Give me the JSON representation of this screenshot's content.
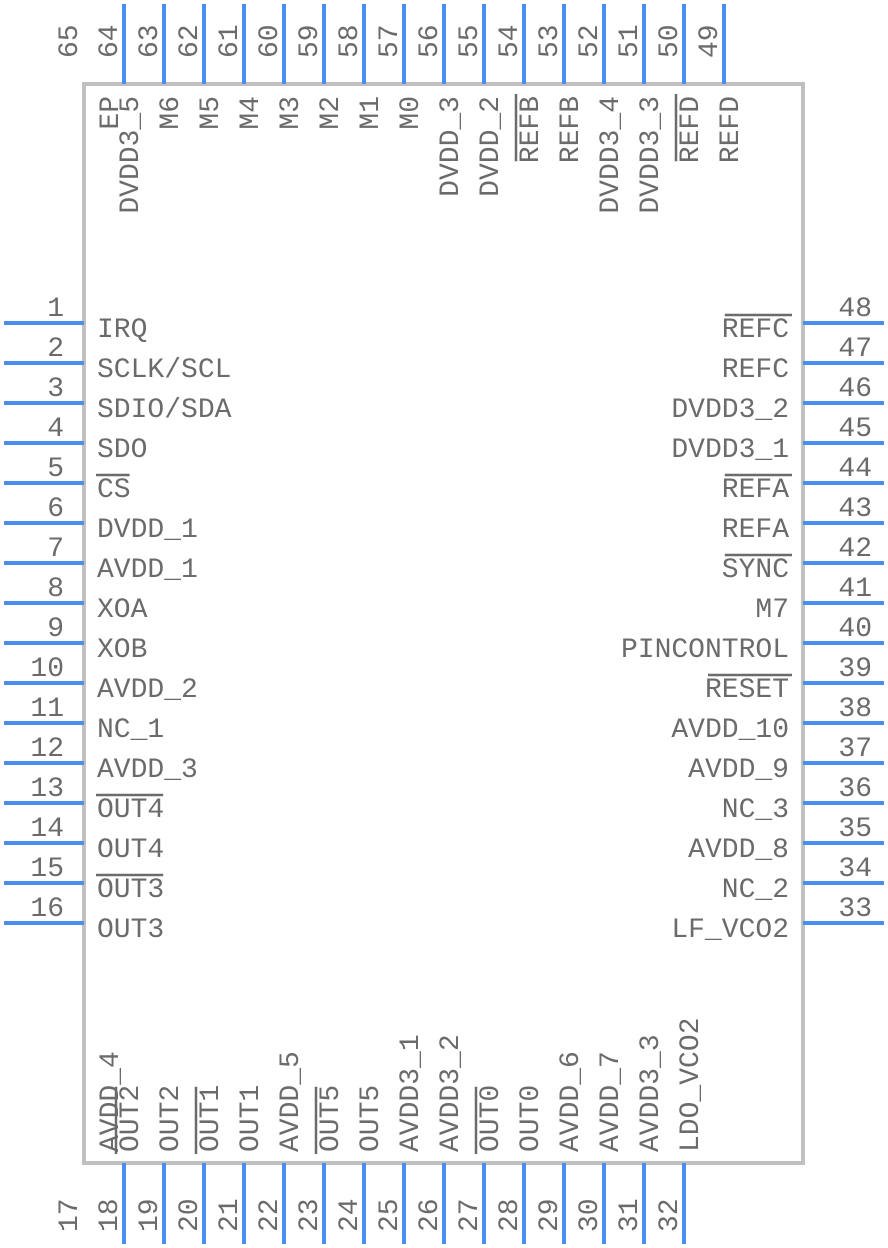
{
  "component": {
    "type": "ic-symbol",
    "package_pin_count": 65,
    "colors": {
      "pin": "#4a8ef2",
      "body_outline": "#c0c0c0",
      "text": "#6b6b6b",
      "background": "#ffffff"
    }
  },
  "pins": {
    "left": [
      {
        "number": "1",
        "name": "IRQ"
      },
      {
        "number": "2",
        "name": "SCLK/SCL"
      },
      {
        "number": "3",
        "name": "SDIO/SDA"
      },
      {
        "number": "4",
        "name": "SDO"
      },
      {
        "number": "5",
        "name": "CS",
        "overbar": true
      },
      {
        "number": "6",
        "name": "DVDD_1"
      },
      {
        "number": "7",
        "name": "AVDD_1"
      },
      {
        "number": "8",
        "name": "XOA"
      },
      {
        "number": "9",
        "name": "XOB"
      },
      {
        "number": "10",
        "name": "AVDD_2"
      },
      {
        "number": "11",
        "name": "NC_1"
      },
      {
        "number": "12",
        "name": "AVDD_3"
      },
      {
        "number": "13",
        "name": "OUT4",
        "overbar": true
      },
      {
        "number": "14",
        "name": "OUT4"
      },
      {
        "number": "15",
        "name": "OUT3",
        "overbar": true
      },
      {
        "number": "16",
        "name": "OUT3"
      }
    ],
    "right": [
      {
        "number": "48",
        "name": "REFC",
        "overbar": true
      },
      {
        "number": "47",
        "name": "REFC"
      },
      {
        "number": "46",
        "name": "DVDD3_2"
      },
      {
        "number": "45",
        "name": "DVDD3_1"
      },
      {
        "number": "44",
        "name": "REFA",
        "overbar": true
      },
      {
        "number": "43",
        "name": "REFA"
      },
      {
        "number": "42",
        "name": "SYNC",
        "overbar": true
      },
      {
        "number": "41",
        "name": "M7"
      },
      {
        "number": "40",
        "name": "PINCONTROL"
      },
      {
        "number": "39",
        "name": "RESET",
        "overbar": true
      },
      {
        "number": "38",
        "name": "AVDD_10"
      },
      {
        "number": "37",
        "name": "AVDD_9"
      },
      {
        "number": "36",
        "name": "NC_3"
      },
      {
        "number": "35",
        "name": "AVDD_8"
      },
      {
        "number": "34",
        "name": "NC_2"
      },
      {
        "number": "33",
        "name": "LF_VCO2"
      }
    ],
    "top": [
      {
        "number": "65",
        "name": "EP",
        "no_lead": true
      },
      {
        "number": "64",
        "name": "DVDD3_5"
      },
      {
        "number": "63",
        "name": "M6"
      },
      {
        "number": "62",
        "name": "M5"
      },
      {
        "number": "61",
        "name": "M4"
      },
      {
        "number": "60",
        "name": "M3"
      },
      {
        "number": "59",
        "name": "M2"
      },
      {
        "number": "58",
        "name": "M1"
      },
      {
        "number": "57",
        "name": "M0"
      },
      {
        "number": "56",
        "name": "DVDD_3"
      },
      {
        "number": "55",
        "name": "DVDD_2"
      },
      {
        "number": "54",
        "name": "REFB",
        "overbar": true
      },
      {
        "number": "53",
        "name": "REFB"
      },
      {
        "number": "52",
        "name": "DVDD3_4"
      },
      {
        "number": "51",
        "name": "DVDD3_3"
      },
      {
        "number": "50",
        "name": "REFD",
        "overbar": true
      },
      {
        "number": "49",
        "name": "REFD"
      }
    ],
    "bottom": [
      {
        "number": "17",
        "name": "AVDD_4",
        "no_lead": true
      },
      {
        "number": "18",
        "name": "OUT2",
        "overbar": true
      },
      {
        "number": "19",
        "name": "OUT2"
      },
      {
        "number": "20",
        "name": "OUT1",
        "overbar": true
      },
      {
        "number": "21",
        "name": "OUT1"
      },
      {
        "number": "22",
        "name": "AVDD_5"
      },
      {
        "number": "23",
        "name": "OUT5",
        "overbar": true
      },
      {
        "number": "24",
        "name": "OUT5"
      },
      {
        "number": "25",
        "name": "AVDD3_1"
      },
      {
        "number": "26",
        "name": "AVDD3_2"
      },
      {
        "number": "27",
        "name": "OUT0",
        "overbar": true
      },
      {
        "number": "28",
        "name": "OUT0"
      },
      {
        "number": "29",
        "name": "AVDD_6"
      },
      {
        "number": "30",
        "name": "AVDD_7"
      },
      {
        "number": "31",
        "name": "AVDD3_3"
      },
      {
        "number": "32",
        "name": "LDO_VCO2"
      }
    ]
  }
}
